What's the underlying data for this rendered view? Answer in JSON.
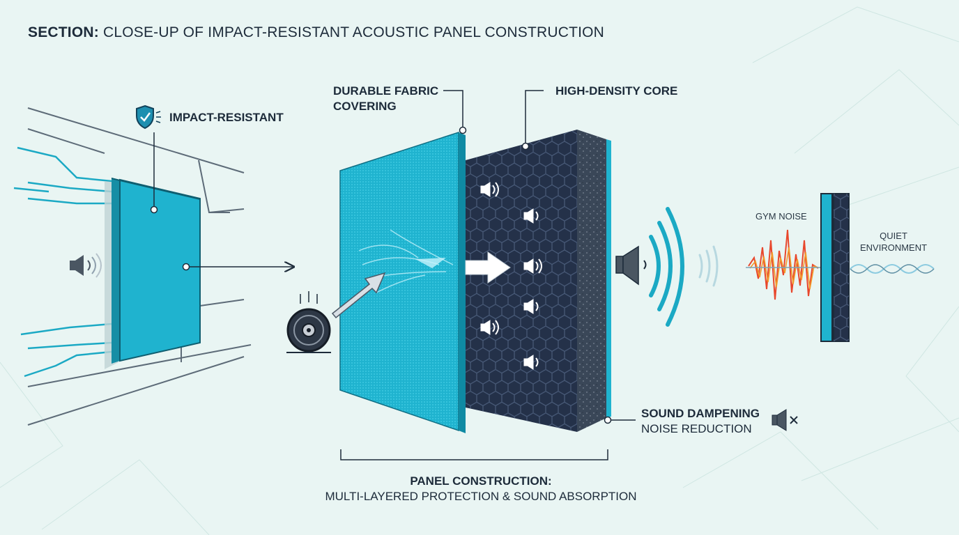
{
  "title": {
    "prefix": "SECTION:",
    "text": "CLOSE-UP OF IMPACT-RESISTANT ACOUSTIC PANEL CONSTRUCTION"
  },
  "labels": {
    "impact_resistant": "IMPACT-RESISTANT",
    "fabric_line1": "DURABLE FABRIC",
    "fabric_line2": "COVERING",
    "core": "HIGH-DENSITY CORE",
    "dampening_title": "SOUND DAMPENING",
    "dampening_sub": "NOISE REDUCTION",
    "gym_noise": "GYM NOISE",
    "quiet_line1": "QUIET",
    "quiet_line2": "ENVIRONMENT",
    "construction_title": "PANEL CONSTRUCTION:",
    "construction_sub": "MULTI-LAYERED PROTECTION & SOUND ABSORPTION"
  },
  "colors": {
    "background": "#e9f5f3",
    "teal_panel": "#1fb3cf",
    "dark_core": "#26344c",
    "ink": "#1d2b3a",
    "noise_red": "#e8472c",
    "noise_orange": "#f39a2a",
    "quiet_blue": "#8ccbe0"
  },
  "icons": [
    "shield-check-icon",
    "speaker-icon",
    "weight-plate-icon",
    "speaker-muted-icon",
    "arrow-icon",
    "sound-wave-icon"
  ]
}
